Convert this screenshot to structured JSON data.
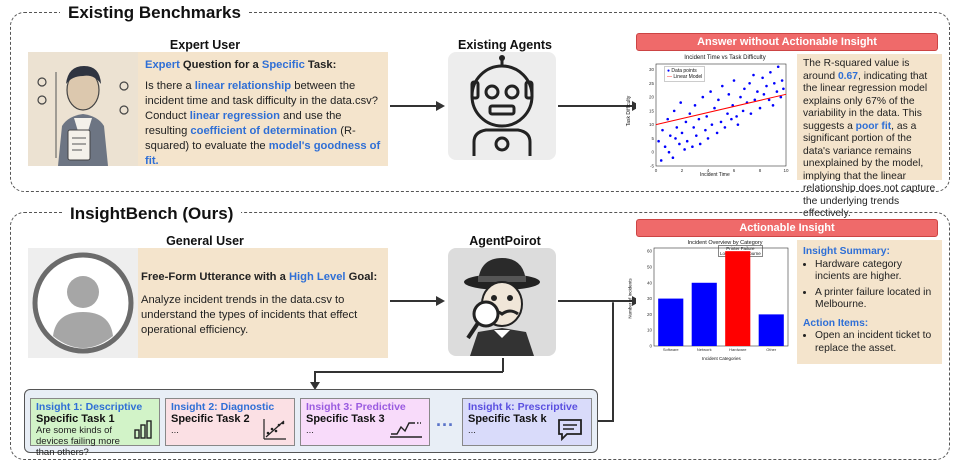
{
  "top": {
    "title": "Existing Benchmarks",
    "expert_heading": "Expert User",
    "agents_heading": "Existing Agents",
    "question": {
      "p1": "Expert",
      "p2": " Question for a ",
      "p3": "Specific",
      "p4": " Task:",
      "b1": "Is there a ",
      "b2": "linear relationship",
      "b3": " between the incident time and task difficulty in the data.csv? Conduct ",
      "b4": "linear regression",
      "b5": " and use the resulting ",
      "b6": "coefficient of determination",
      "b7": " (R-squared) to evaluate the ",
      "b8": "model's goodness of fit."
    },
    "answer_ribbon": "Answer without Actionable Insight",
    "answer": {
      "a1": "The R-squared value is around ",
      "a2": "0.67",
      "a3": ", indicating that the linear regression model explains only 67% of the variability in the data. This suggests a ",
      "a4": "poor fit",
      "a5": ", as a significant portion of the data's variance remains unexplained by the model, implying that the linear relationship does not capture the underlying trends effectively."
    },
    "scatter": {
      "title": "Incident Time vs Task Difficulty",
      "xlabel": "Incident Time",
      "ylabel": "Task Difficulty",
      "legend_points": "Data points",
      "legend_line": "Linear Model",
      "xticks": [
        "0",
        "2",
        "4",
        "6",
        "8",
        "10"
      ],
      "yticks": [
        "-5",
        "0",
        "5",
        "10",
        "15",
        "20",
        "25",
        "30"
      ]
    }
  },
  "bottom": {
    "title": "InsightBench (Ours)",
    "general_heading": "General User",
    "agent_heading": "AgentPoirot",
    "utterance": {
      "p1": "Free-Form Utterance with a ",
      "p2": "High Level",
      "p3": " Goal:",
      "body": "Analyze incident trends in the data.csv to understand the types of incidents that effect operational efficiency."
    },
    "actionable_ribbon": "Actionable Insight",
    "summary_heading": "Insight Summary:",
    "summary_items": [
      "Hardware category incients are higher.",
      "A printer failure located in Melbourne."
    ],
    "action_heading": "Action Items:",
    "action_items": [
      "Open an incident ticket to replace the asset."
    ],
    "bar": {
      "title": "Incident Overview by Category",
      "annotation1": "Printer Failure",
      "annotation2": "Location: Melbourne",
      "xlabel": "Incident Categories",
      "ylabel": "Number of Incidents",
      "yticks": [
        "0",
        "10",
        "20",
        "30",
        "40",
        "50",
        "60"
      ],
      "categories": [
        "Software",
        "Network",
        "Hardware",
        "Other"
      ]
    },
    "cards": [
      {
        "title": "Insight 1: Descriptive",
        "task": "Specific Task 1",
        "body": "Are some kinds of devices failing more than others?"
      },
      {
        "title": "Insight 2: Diagnostic",
        "task": "Specific Task 2",
        "body": "..."
      },
      {
        "title": "Insight 3: Predictive",
        "task": "Specific Task 3",
        "body": "..."
      },
      {
        "title": "Insight k: Prescriptive",
        "task": "Specific Task k",
        "body": "..."
      }
    ],
    "ellipsis": "..."
  },
  "chart_data": [
    {
      "type": "scatter",
      "title": "Incident Time vs Task Difficulty",
      "xlabel": "Incident Time",
      "ylabel": "Task Difficulty",
      "xlim": [
        0,
        10
      ],
      "ylim": [
        -5,
        32
      ],
      "series": [
        {
          "name": "Data points",
          "x": [
            0.2,
            0.4,
            0.5,
            0.7,
            0.9,
            1.0,
            1.1,
            1.3,
            1.4,
            1.5,
            1.6,
            1.8,
            1.9,
            2.0,
            2.2,
            2.3,
            2.4,
            2.6,
            2.8,
            2.9,
            3.0,
            3.1,
            3.3,
            3.4,
            3.6,
            3.8,
            3.9,
            4.0,
            4.2,
            4.3,
            4.5,
            4.7,
            4.8,
            5.0,
            5.1,
            5.3,
            5.5,
            5.6,
            5.8,
            5.9,
            6.0,
            6.2,
            6.3,
            6.5,
            6.7,
            6.8,
            7.0,
            7.2,
            7.3,
            7.5,
            7.6,
            7.8,
            8.0,
            8.2,
            8.3,
            8.5,
            8.7,
            8.8,
            9.0,
            9.1,
            9.3,
            9.4,
            9.6,
            9.7,
            9.8
          ],
          "y": [
            4,
            -3,
            8,
            2,
            12,
            0,
            6,
            -2,
            15,
            5,
            9,
            3,
            18,
            7,
            1,
            11,
            4,
            14,
            2,
            9,
            17,
            6,
            12,
            3,
            20,
            8,
            13,
            5,
            22,
            10,
            16,
            7,
            19,
            11,
            24,
            9,
            14,
            21,
            12,
            17,
            26,
            13,
            10,
            20,
            15,
            23,
            18,
            25,
            14,
            28,
            19,
            22,
            16,
            27,
            21,
            24,
            19,
            29,
            17,
            25,
            22,
            31,
            20,
            26,
            23
          ]
        },
        {
          "name": "Linear Model",
          "x": [
            0,
            10
          ],
          "y": [
            10,
            21
          ]
        }
      ]
    },
    {
      "type": "bar",
      "title": "Incident Overview by Category",
      "xlabel": "Incident Categories",
      "ylabel": "Number of Incidents",
      "categories": [
        "Software",
        "Network",
        "Hardware",
        "Other"
      ],
      "values": [
        30,
        40,
        60,
        20
      ],
      "colors": [
        "#0000ff",
        "#0000ff",
        "#ff0000",
        "#0000ff"
      ],
      "ylim": [
        0,
        62
      ]
    }
  ],
  "colors": {
    "accent_blue": "#2f6fd6",
    "panel": "#f4e4cc",
    "ribbon": "#ef6a6a"
  }
}
